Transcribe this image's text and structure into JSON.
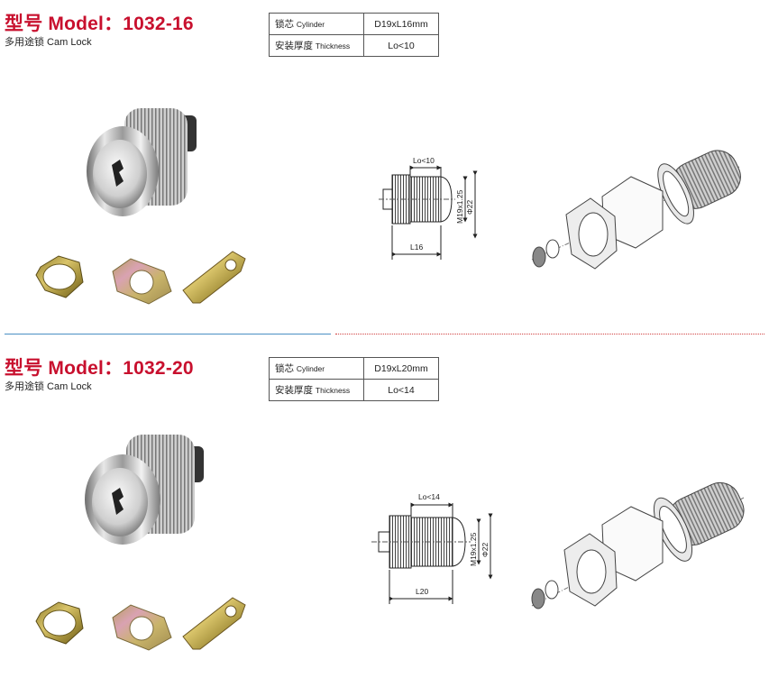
{
  "products": [
    {
      "title": "型号 Model：1032-16",
      "subtitle": "多用途锁 Cam Lock",
      "specs": [
        {
          "label_cn": "锁芯",
          "label_en": "Cylinder",
          "value": "D19xL16mm"
        },
        {
          "label_cn": "安装厚度",
          "label_en": "Thickness",
          "value": "Lo<10"
        }
      ],
      "drawing": {
        "lo": "Lo<10",
        "length": "L16",
        "thread": "M19x1.25",
        "diameter": "Φ22"
      }
    },
    {
      "title": "型号 Model：1032-20",
      "subtitle": "多用途锁 Cam Lock",
      "specs": [
        {
          "label_cn": "锁芯",
          "label_en": "Cylinder",
          "value": "D19xL20mm"
        },
        {
          "label_cn": "安装厚度",
          "label_en": "Thickness",
          "value": "Lo<14"
        }
      ],
      "drawing": {
        "lo": "Lo<14",
        "length": "L20",
        "thread": "M19x1.25",
        "diameter": "Φ22"
      }
    }
  ],
  "colors": {
    "title_red": "#c8102e",
    "divider_blue": "#4a8fc4",
    "divider_red": "#d04040"
  }
}
